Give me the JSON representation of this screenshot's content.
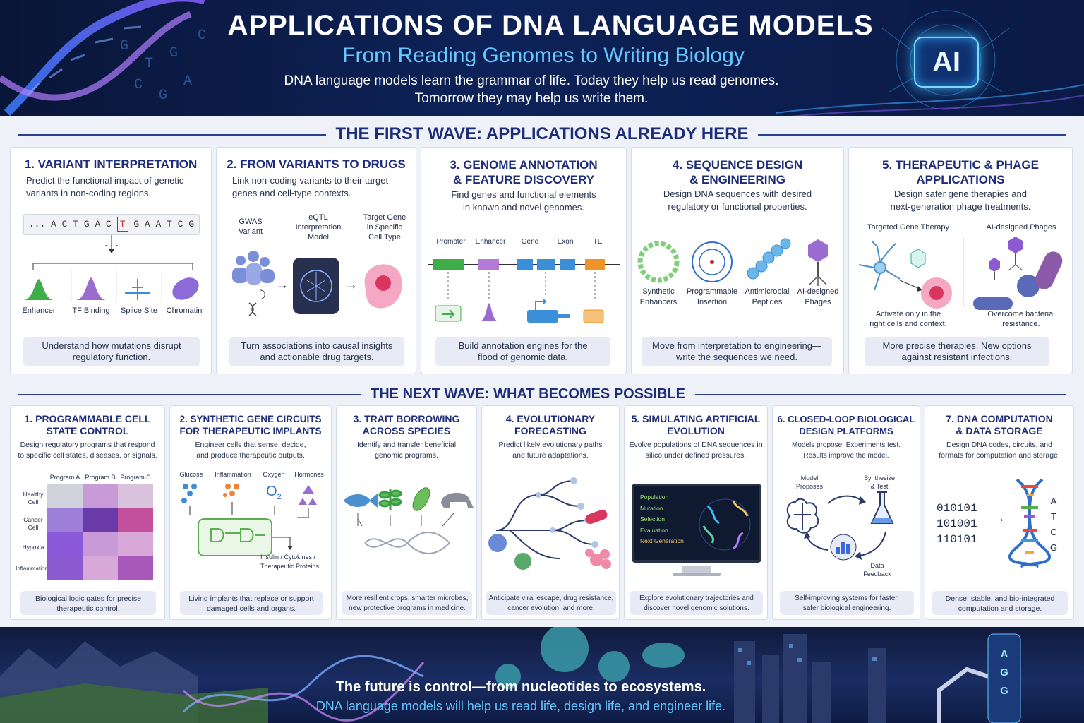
{
  "header": {
    "title": "APPLICATIONS OF DNA LANGUAGE MODELS",
    "subtitle": "From Reading Genomes to Writing Biology",
    "desc1": "DNA language models learn the grammar of life. Today they help us read genomes.",
    "desc2": "Tomorrow they may help us write them.",
    "ai_badge": "AI"
  },
  "first_wave": {
    "title": "THE FIRST WAVE: APPLICATIONS ALREADY HERE",
    "cards": [
      {
        "title1": "1. VARIANT INTERPRETATION",
        "desc1": "Predict the functional impact of genetic",
        "desc2": "variants in non-coding regions.",
        "sequence_left": "... A C T G A C",
        "sequence_mid": "T",
        "sequence_right": "G A A T C G ...",
        "labels": [
          "Enhancer",
          "TF Binding",
          "Splice Site",
          "Chromatin"
        ],
        "foot1": "Understand how mutations disrupt",
        "foot2": "regulatory function."
      },
      {
        "title1": "2. FROM VARIANTS TO DRUGS",
        "desc1": "Link non-coding variants to their target",
        "desc2": "genes and cell-type contexts.",
        "labels": [
          [
            "GWAS",
            "Variant"
          ],
          [
            "eQTL",
            "Interpretation",
            "Model"
          ],
          [
            "Target Gene",
            "in Specific",
            "Cell Type"
          ]
        ],
        "foot1": "Turn associations into causal insights",
        "foot2": "and actionable drug targets."
      },
      {
        "title1": "3. GENOME ANNOTATION",
        "title2": "& FEATURE DISCOVERY",
        "desc1": "Find genes and functional elements",
        "desc2": "in known and novel genomes.",
        "labels": [
          "Promoter",
          "Enhancer",
          "Gene",
          "Exon",
          "TE"
        ],
        "foot1": "Build annotation engines for the",
        "foot2": "flood of genomic data."
      },
      {
        "title1": "4. SEQUENCE DESIGN",
        "title2": "& ENGINEERING",
        "desc1": "Design DNA sequences with desired",
        "desc2": "regulatory or functional properties.",
        "labels": [
          [
            "Synthetic",
            "Enhancers"
          ],
          [
            "Programmable",
            "Insertion"
          ],
          [
            "Antimicrobial",
            "Peptides"
          ],
          [
            "AI-designed",
            "Phages"
          ]
        ],
        "foot1": "Move from interpretation to engineering—",
        "foot2": "write the sequences we need."
      },
      {
        "title1": "5. THERAPEUTIC & PHAGE",
        "title2": "APPLICATIONS",
        "desc1": "Design safer gene therapies and",
        "desc2": "next-generation phage treatments.",
        "sub_left": "Targeted Gene Therapy",
        "sub_right": "AI-designed Phages",
        "note_left1": "Activate only in the",
        "note_left2": "right cells and context.",
        "note_right1": "Overcome bacterial",
        "note_right2": "resistance.",
        "foot1": "More precise therapies. New options",
        "foot2": "against resistant infections."
      }
    ]
  },
  "next_wave": {
    "title": "THE NEXT WAVE: WHAT BECOMES POSSIBLE",
    "cards": [
      {
        "title1": "1. PROGRAMMABLE CELL",
        "title2": "STATE CONTROL",
        "desc1": "Design regulatory programs that respond",
        "desc2": "to specific cell states, diseases, or signals.",
        "columns": [
          "Program A",
          "Program B",
          "Program C"
        ],
        "rows": [
          [
            "Healthy",
            "Cell"
          ],
          [
            "Cancer",
            "Cell"
          ],
          [
            "Hypoxia"
          ],
          [
            "Inflammation"
          ]
        ],
        "foot1": "Biological logic gates for precise",
        "foot2": "therapeutic control."
      },
      {
        "title1": "2. SYNTHETIC GENE CIRCUITS",
        "title2": "FOR THERAPEUTIC IMPLANTS",
        "desc1": "Engineer cells that sense, decide,",
        "desc2": "and produce therapeutic outputs.",
        "inputs": [
          "Glucose",
          "Inflammation",
          "Oxygen",
          "Hormones"
        ],
        "o2": "O",
        "o2_sub": "2",
        "output1": "Insulin / Cytokines /",
        "output2": "Therapeutic Proteins",
        "foot1": "Living implants that replace or support",
        "foot2": "damaged cells and organs."
      },
      {
        "title1": "3. TRAIT BORROWING",
        "title2": "ACROSS SPECIES",
        "desc1": "Identify and transfer beneficial",
        "desc2": "genomic programs.",
        "foot1": "More resilient crops, smarter microbes,",
        "foot2": "new protective programs in medicine."
      },
      {
        "title1": "4. EVOLUTIONARY",
        "title2": "FORECASTING",
        "desc1": "Predict likely evolutionary paths",
        "desc2": "and future adaptations.",
        "foot1": "Anticipate viral escape, drug resistance,",
        "foot2": "cancer evolution, and more."
      },
      {
        "title1": "5. SIMULATING ARTIFICIAL",
        "title2": "EVOLUTION",
        "desc1": "Evolve populations of DNA sequences in",
        "desc2": "silico under defined pressures.",
        "screen": [
          "Population",
          "Mutation",
          "Selection",
          "Evaluation",
          "Next Generation"
        ],
        "foot1": "Explore evolutionary trajectories and",
        "foot2": "discover novel genomic solutions."
      },
      {
        "title1": "6. CLOSED-LOOP BIOLOGICAL",
        "title2": "DESIGN PLATFORMS",
        "desc1": "Models propose, Experiments test.",
        "desc2": "Results improve the model.",
        "labels": [
          [
            "Model",
            "Proposes"
          ],
          [
            "Synthesize",
            "& Test"
          ],
          [
            "Data",
            "Feedback"
          ]
        ],
        "foot1": "Self-improving systems for faster,",
        "foot2": "safer biological engineering."
      },
      {
        "title1": "7. DNA COMPUTATION",
        "title2": "& DATA STORAGE",
        "desc1": "Design DNA codes, circuits, and",
        "desc2": "formats for computation and storage.",
        "binary": [
          "010101",
          "101001",
          "110101"
        ],
        "bases": [
          "A",
          "T",
          "C",
          "G"
        ],
        "foot1": "Dense, stable, and bio-integrated",
        "foot2": "computation and storage."
      }
    ]
  },
  "footer": {
    "line1": "The future is control—from nucleotides to ecosystems.",
    "line2": "DNA language models will help us read life, design life, and engineer life.",
    "tower_letters": [
      "A",
      "G",
      "G"
    ]
  },
  "colors": {
    "navy": "#1d2d7a",
    "cyan": "#67c8ff",
    "header_bg": "#0d2258",
    "panel": "#e8ebf6"
  }
}
